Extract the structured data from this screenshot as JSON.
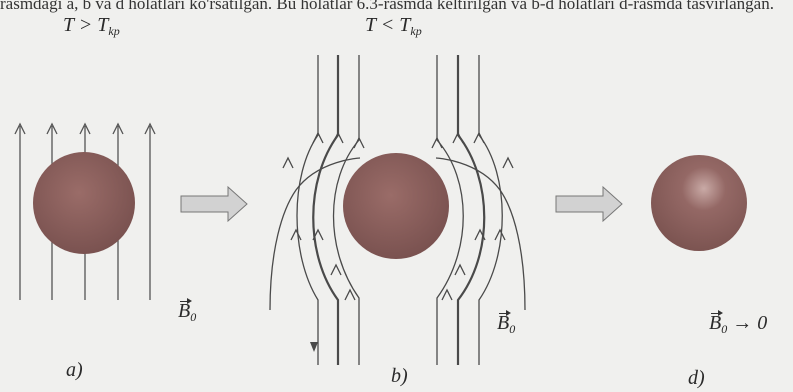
{
  "caption_fragment": "rasmdagi a, b va d holatlari ko'rsatilgan. Bu holatlar 6.3-rasmda keltirilgan va b-d holatlari d-rasmda tasvirlangan.",
  "condition_normal": {
    "T": "T",
    "rel": " > ",
    "Tc": "T",
    "sub": "kp"
  },
  "condition_super": {
    "T": "T",
    "rel": " < ",
    "Tc": "T",
    "sub": "kp"
  },
  "field_label_a": {
    "B": "B",
    "sub": "0"
  },
  "field_label_b": {
    "B": "B",
    "sub": "0"
  },
  "field_label_d": {
    "B": "B",
    "sub": "0",
    "rest": " → 0"
  },
  "panel_labels": {
    "a": "a)",
    "b": "b)",
    "d": "d)"
  },
  "colors": {
    "sphere": "#8a5f5c",
    "line": "#555555",
    "arrow_fill": "#d2d2d2"
  }
}
